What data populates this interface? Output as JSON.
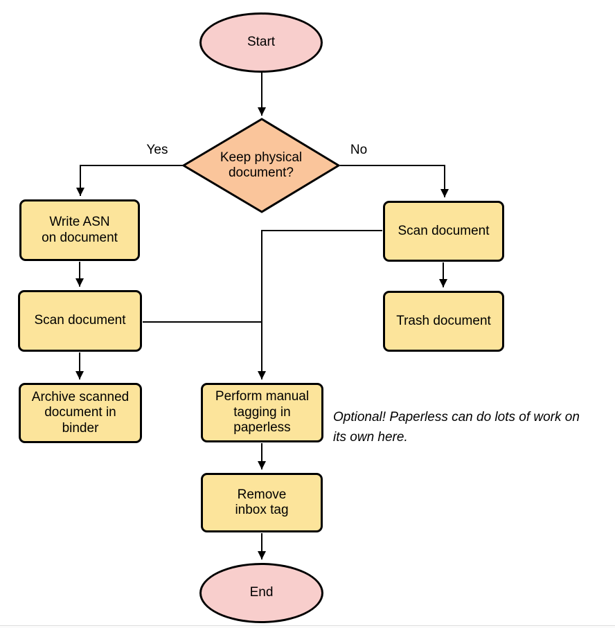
{
  "colors": {
    "terminal_fill": "#F8CECC",
    "decision_fill": "#FAC59B",
    "process_fill": "#FCE49B",
    "stroke": "#000000"
  },
  "nodes": {
    "start": "Start",
    "decision": "Keep physical\ndocument?",
    "write_asn": "Write ASN\non document",
    "scan_left": "Scan document",
    "archive": "Archive scanned\ndocument in\nbinder",
    "scan_right": "Scan document",
    "trash": "Trash document",
    "tagging": "Perform manual\ntagging in\npaperless",
    "remove_tag": "Remove\ninbox tag",
    "end": "End"
  },
  "edge_labels": {
    "yes": "Yes",
    "no": "No"
  },
  "annotation": "Optional! Paperless can do lots of work on\nits own here."
}
